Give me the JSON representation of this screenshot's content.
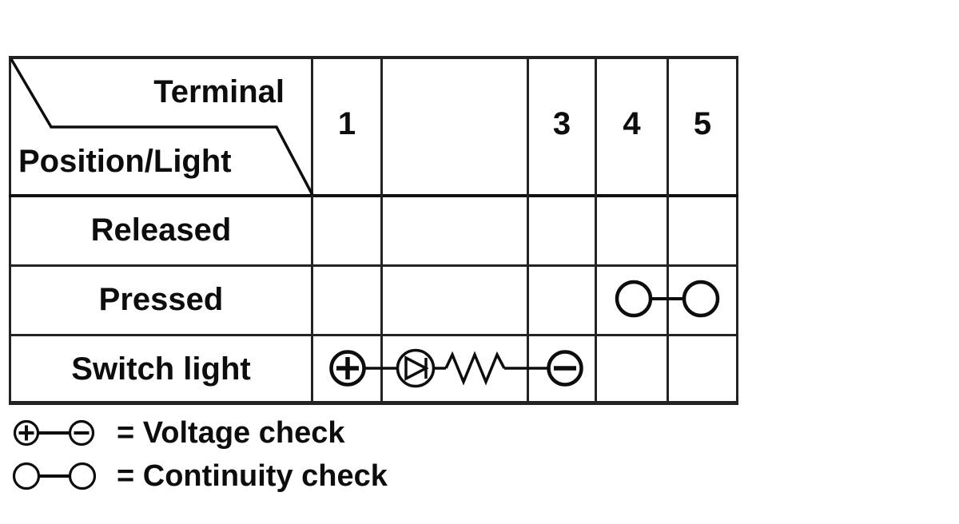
{
  "colors": {
    "background": "#ffffff",
    "grid_line": "#232323",
    "text": "#0d0d0d",
    "symbol": "#0d0d0d"
  },
  "table": {
    "corner": {
      "terminal_label": "Terminal",
      "position_label": "Position/Light"
    },
    "columns": [
      {
        "label": "1"
      },
      {
        "label": ""
      },
      {
        "label": "3"
      },
      {
        "label": "4"
      },
      {
        "label": "5"
      }
    ],
    "rows": [
      {
        "label": "Released"
      },
      {
        "label": "Pressed"
      },
      {
        "label": "Switch light"
      }
    ],
    "symbols": {
      "pressed_row": "continuity-check-symbol",
      "switch_light_row": "voltage-check-circuit-with-diode-and-resistor"
    }
  },
  "legend": [
    {
      "icon": "voltage-check-symbol",
      "label": "= Voltage check"
    },
    {
      "icon": "continuity-check-symbol",
      "label": "= Continuity check"
    }
  ]
}
